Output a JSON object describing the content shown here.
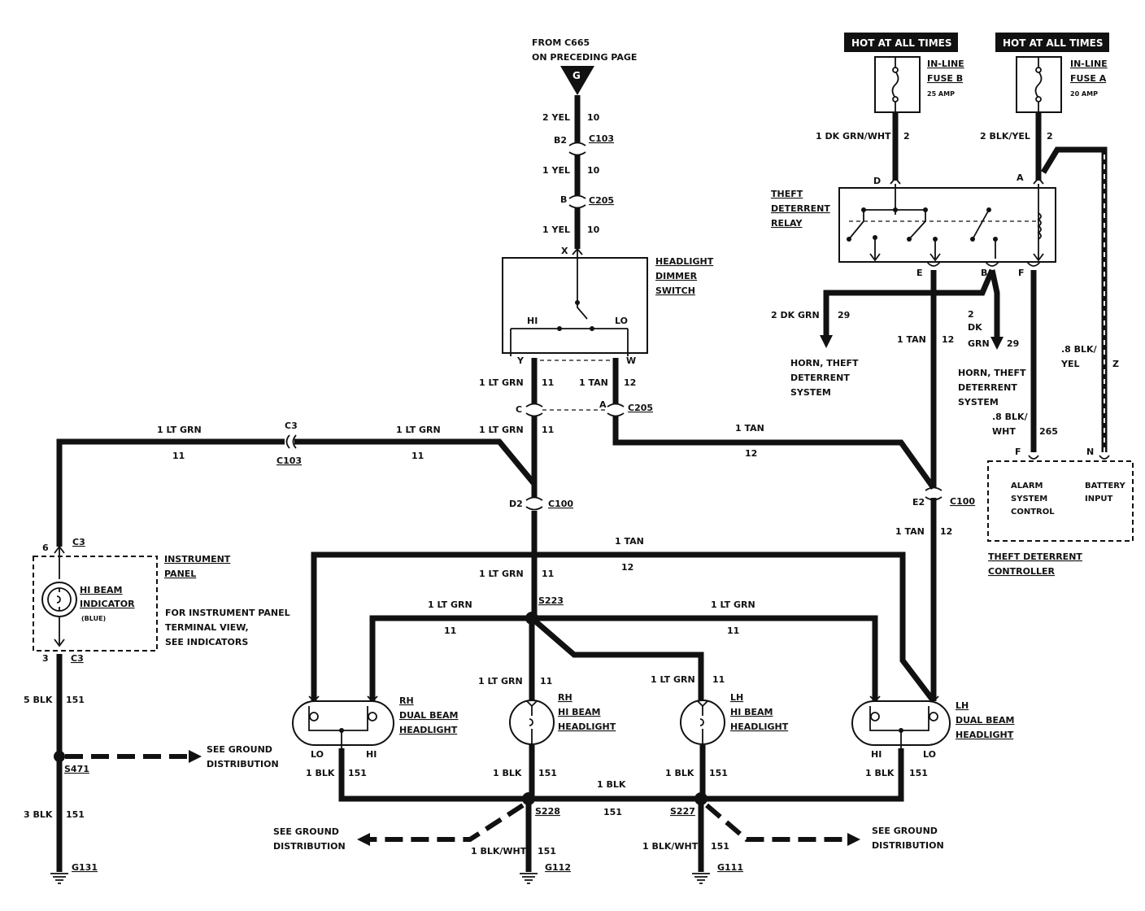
{
  "source": {
    "from_line1": "FROM C665",
    "from_line2": "ON PRECEDING PAGE",
    "marker": "G"
  },
  "hot_banner_b": "HOT AT ALL TIMES",
  "hot_banner_a": "HOT AT ALL TIMES",
  "fuse_b": {
    "l1": "IN-LINE",
    "l2": "FUSE B",
    "rating": "25 AMP"
  },
  "fuse_a": {
    "l1": "IN-LINE",
    "l2": "FUSE A",
    "rating": "20 AMP"
  },
  "dimmer_switch": {
    "l1": "HEADLIGHT",
    "l2": "DIMMER",
    "l3": "SWITCH",
    "hi": "HI",
    "lo": "LO"
  },
  "theft_relay": {
    "l1": "THEFT",
    "l2": "DETERRENT",
    "l3": "RELAY"
  },
  "instrument_panel": {
    "l1": "INSTRUMENT",
    "l2": "PANEL"
  },
  "hi_beam_indicator": {
    "l1": "HI BEAM",
    "l2": "INDICATOR",
    "l3": "(BLUE)"
  },
  "ip_note": {
    "l1": "FOR INSTRUMENT PANEL",
    "l2": "TERMINAL VIEW,",
    "l3": "SEE INDICATORS"
  },
  "horn_left": {
    "l1": "HORN, THEFT",
    "l2": "DETERRENT",
    "l3": "SYSTEM"
  },
  "horn_right": {
    "l1": "HORN, THEFT",
    "l2": "DETERRENT",
    "l3": "SYSTEM"
  },
  "alarm_controller": {
    "alarm1": "ALARM",
    "alarm2": "SYSTEM",
    "alarm3": "CONTROL",
    "batt1": "BATTERY",
    "batt2": "INPUT",
    "name1": "THEFT DETERRENT",
    "name2": "CONTROLLER"
  },
  "ground_dist": {
    "left_l1": "SEE GROUND",
    "left_l2": "DISTRIBUTION",
    "mid_l1": "SEE GROUND",
    "mid_l2": "DISTRIBUTION",
    "right_l1": "SEE GROUND",
    "right_l2": "DISTRIBUTION"
  },
  "headlights": {
    "rh_dual": {
      "l1": "RH",
      "l2": "DUAL BEAM",
      "l3": "HEADLIGHT",
      "lo": "LO",
      "hi": "HI"
    },
    "rh_hi": {
      "l1": "RH",
      "l2": "HI BEAM",
      "l3": "HEADLIGHT"
    },
    "lh_hi": {
      "l1": "LH",
      "l2": "HI BEAM",
      "l3": "HEADLIGHT"
    },
    "lh_dual": {
      "l1": "LH",
      "l2": "DUAL BEAM",
      "l3": "HEADLIGHT",
      "hi": "HI",
      "lo": "LO"
    }
  },
  "wires": {
    "yel2": "2 YEL",
    "yel2_c": "10",
    "yel1a": "1 YEL",
    "yel1a_c": "10",
    "yel1b": "1 YEL",
    "yel1b_c": "10",
    "ltgrn_y": "1 LT GRN",
    "ltgrn_y_c": "11",
    "tan_w": "1 TAN",
    "tan_w_c": "12",
    "ltgrn_c": "1 LT GRN",
    "ltgrn_c_c": "11",
    "ltgrn_top_l": "1 LT GRN",
    "ltgrn_top_l_c": "11",
    "ltgrn_top_m": "1 LT GRN",
    "ltgrn_top_m_c": "11",
    "tan_top": "1 TAN",
    "tan_top_c": "12",
    "ltgrn_d2": "1 LT GRN",
    "ltgrn_d2_c": "11",
    "tan_mid": "1 TAN",
    "tan_mid_c": "12",
    "ltgrn_s223_l": "1 LT GRN",
    "ltgrn_s223_l_c": "11",
    "ltgrn_s223_r": "1 LT GRN",
    "ltgrn_s223_r_c": "11",
    "ltgrn_rhhi": "1 LT GRN",
    "ltgrn_rhhi_c": "11",
    "ltgrn_lhhi": "1 LT GRN",
    "ltgrn_lhhi_c": "11",
    "dkgrnwht": "1 DK GRN/WHT",
    "dkgrnwht_c": "2",
    "blkyel": "2 BLK/YEL",
    "blkyel_c": "2",
    "dkgrn_left": "2 DK GRN",
    "dkgrn_left_c": "29",
    "dkgrn_r1": "2",
    "dkgrn_r2": "DK",
    "dkgrn_r3": "GRN",
    "dkgrn_r_c": "29",
    "tan_e": "1 TAN",
    "tan_e_c": "12",
    "tan_e2": "1 TAN",
    "tan_e2_c": "12",
    "blkwht_8a": ".8 BLK/",
    "blkwht_8b": "WHT",
    "blkwht_8_c": "265",
    "blkyel_8a": ".8 BLK/",
    "blkyel_8b": "YEL",
    "blkyel_8_c": "Z",
    "blk5": "5 BLK",
    "blk5_c": "151",
    "blk3": "3 BLK",
    "blk3_c": "151",
    "blk_rhdual": "1 BLK",
    "blk_rhdual_c": "151",
    "blk_rhhi": "1 BLK",
    "blk_rhhi_c": "151",
    "blk_lhhi": "1 BLK",
    "blk_lhhi_c": "151",
    "blk_lhdual": "1 BLK",
    "blk_lhdual_c": "151",
    "blk_bottom": "1 BLK",
    "blk_bottom_c": "151",
    "blkwht_g112": "1 BLK/WHT",
    "blkwht_g112_c": "151",
    "blkwht_g111": "1 BLK/WHT",
    "blkwht_g111_c": "151"
  },
  "connectors": {
    "b2": "B2",
    "c103_top": "C103",
    "b": "B",
    "c205_top": "C205",
    "x": "X",
    "y": "Y",
    "w": "W",
    "c": "C",
    "a": "A",
    "c205_mid": "C205",
    "c3_top": "C3",
    "c103_left": "C103",
    "d2": "D2",
    "c100_left": "C100",
    "e2": "E2",
    "c100_right": "C100",
    "pin6": "6",
    "c3_6": "C3",
    "pin3": "3",
    "c3_3": "C3",
    "relay_d": "D",
    "relay_a": "A",
    "relay_e": "E",
    "relay_b": "B",
    "relay_f": "F",
    "ctrl_f": "F",
    "ctrl_n": "N"
  },
  "splices": {
    "s223": "S223",
    "s471": "S471",
    "s228": "S228",
    "s227": "S227"
  },
  "grounds": {
    "g131": "G131",
    "g112": "G112",
    "g111": "G111"
  }
}
